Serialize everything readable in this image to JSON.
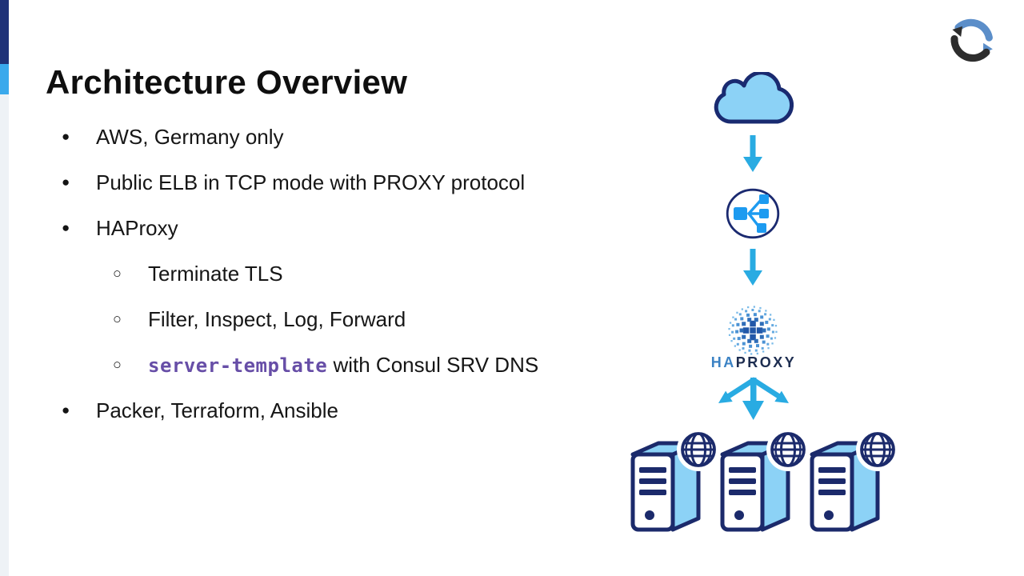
{
  "slide": {
    "title": "Architecture Overview",
    "bullets": [
      {
        "level": 1,
        "text": "AWS, Germany only"
      },
      {
        "level": 1,
        "text": "Public ELB in TCP mode with PROXY protocol"
      },
      {
        "level": 1,
        "text": "HAProxy"
      },
      {
        "level": 2,
        "text": "Terminate TLS"
      },
      {
        "level": 2,
        "text": "Filter, Inspect, Log, Forward"
      },
      {
        "level": 2,
        "code": "server-template",
        "rest": " with Consul SRV DNS"
      },
      {
        "level": 1,
        "text": "Packer, Terraform, Ansible"
      }
    ]
  },
  "diagram": {
    "flow": [
      "internet-cloud",
      "elastic-load-balancer",
      "haproxy",
      "backend-servers"
    ],
    "haproxy_label": {
      "ha": "HA",
      "proxy": "PROXY"
    },
    "server_count": 3,
    "icons": [
      "cloud-icon",
      "load-balancer-icon",
      "haproxy-sphere-logo",
      "server-icon",
      "globe-icon",
      "down-arrow-icon",
      "fan-arrows-icon",
      "sync-logo-icon"
    ]
  },
  "colors": {
    "arrow_blue": "#29abe2",
    "icon_navy": "#192a70",
    "icon_light_blue": "#8cd2f6",
    "elb_glyph_blue": "#1d9bf0",
    "code_purple": "#674ea7",
    "sidebar_navy": "#1f3278",
    "sidebar_blue": "#3aa9ec",
    "sidebar_gray": "#eef2f6",
    "logo_blue": "#5b8ec9",
    "logo_black": "#2d2d2d",
    "haproxy_text_blue": "#3b82c4",
    "haproxy_text_navy": "#1d2d50"
  }
}
